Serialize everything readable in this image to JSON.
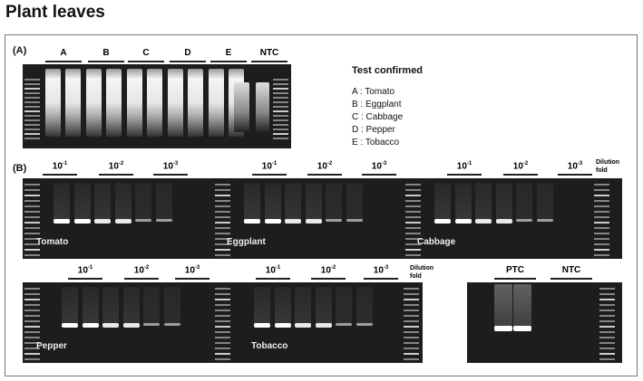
{
  "title": "Plant leaves",
  "panel_a": {
    "label": "(A)",
    "lanes": [
      "A",
      "B",
      "C",
      "D",
      "E",
      "NTC"
    ],
    "legend": {
      "title": "Test confirmed",
      "items": [
        "A : Tomato",
        "B : Eggplant",
        "C : Cabbage",
        "D : Pepper",
        "E : Tobacco"
      ]
    }
  },
  "panel_b": {
    "label": "(B)",
    "dilution_label": [
      "Dilution",
      "fold"
    ],
    "dilutions": [
      "10",
      "10",
      "10"
    ],
    "exponents": [
      "-1",
      "-2",
      "-3"
    ],
    "samples": [
      "Tomato",
      "Eggplant",
      "Cabbage",
      "Pepper",
      "Tobacco"
    ],
    "controls": [
      "PTC",
      "NTC"
    ]
  }
}
